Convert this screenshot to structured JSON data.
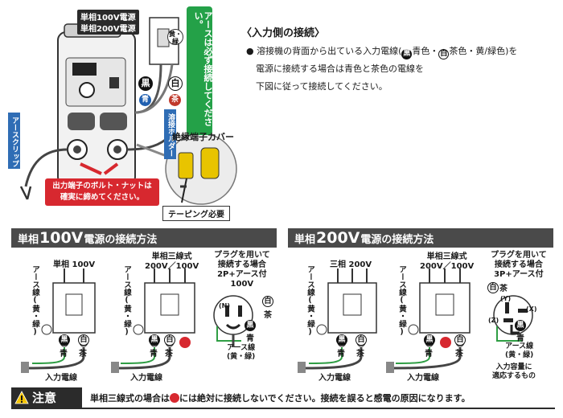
{
  "intro": {
    "title": "〈入力側の接続〉",
    "bullet": "●",
    "line1_a": "溶接機の背面から出ている入力電線(",
    "badge_black": "黒",
    "line1_b": "青色・",
    "badge_white": "白",
    "line1_c": "茶色・黄/緑色)を",
    "line2": "電源に接続する場合は青色と茶色の電線を",
    "line3": "下図に従って接続してください。"
  },
  "illustration": {
    "label_100v": "単相100V電源",
    "label_200v": "単相200V電源",
    "green_callout": "アースは必ず接続してください。",
    "tag_yellow_green": "黄・緑",
    "tag_black": "黒",
    "tag_white": "白",
    "tag_blue": "青",
    "tag_brown": "茶",
    "holder_label": "溶接ホルダー",
    "earth_clip_label": "アースクリップ",
    "red_note_line1": "出力端子のボルト・ナットは",
    "red_note_line2": "確実に締めてください。",
    "cover_label": "絶縁端子カバー",
    "taping_label": "テーピング必要"
  },
  "section_100v": {
    "title_a": "単相",
    "title_big": "100V",
    "title_b": "電源の接続方法",
    "d1_title": "単相 100V",
    "d2_title_1": "単相三線式",
    "d2_title_2": "200V／100V",
    "d3_title_1": "プラグを用いて",
    "d3_title_2": "接続する場合",
    "d3_title_3": "2P+アース付",
    "d3_title_4": "100V",
    "earth_wire_v": "アース線(黄・緑)",
    "black": "黒",
    "white": "白",
    "blue": "青",
    "brown": "茶",
    "plug_n": "(N)",
    "plug_earth_1": "アース線",
    "plug_earth_2": "(黄・緑)",
    "input_wire": "入力電線"
  },
  "section_200v": {
    "title_a": "単相",
    "title_big": "200V",
    "title_b": "電源の接続方法",
    "d1_title": "三相 200V",
    "d2_title_1": "単相三線式",
    "d2_title_2": "200V／100V",
    "d3_title_1": "プラグを用いて",
    "d3_title_2": "接続する場合",
    "d3_title_3": "3P+アース付",
    "earth_wire_v": "アース線(黄・緑)",
    "black": "黒",
    "white": "白",
    "blue": "青",
    "brown": "茶",
    "plug_y": "(Y)",
    "plug_x": "(X)",
    "plug_z": "(Z)",
    "plug_earth_1": "アース線",
    "plug_earth_2": "(黄・緑)",
    "capacity_1": "入力容量に",
    "capacity_2": "適応するもの",
    "input_wire": "入力電線"
  },
  "caution": {
    "badge": "注意",
    "text_a": "単相三線式の場合は",
    "text_b": "には絶対に接続しないでください。接続を誤ると感電の原因になります。"
  },
  "colors": {
    "accent_green": "#24a148",
    "accent_red": "#d7282f",
    "accent_blue": "#2f6db5",
    "header_gray": "#4a4a4a"
  }
}
